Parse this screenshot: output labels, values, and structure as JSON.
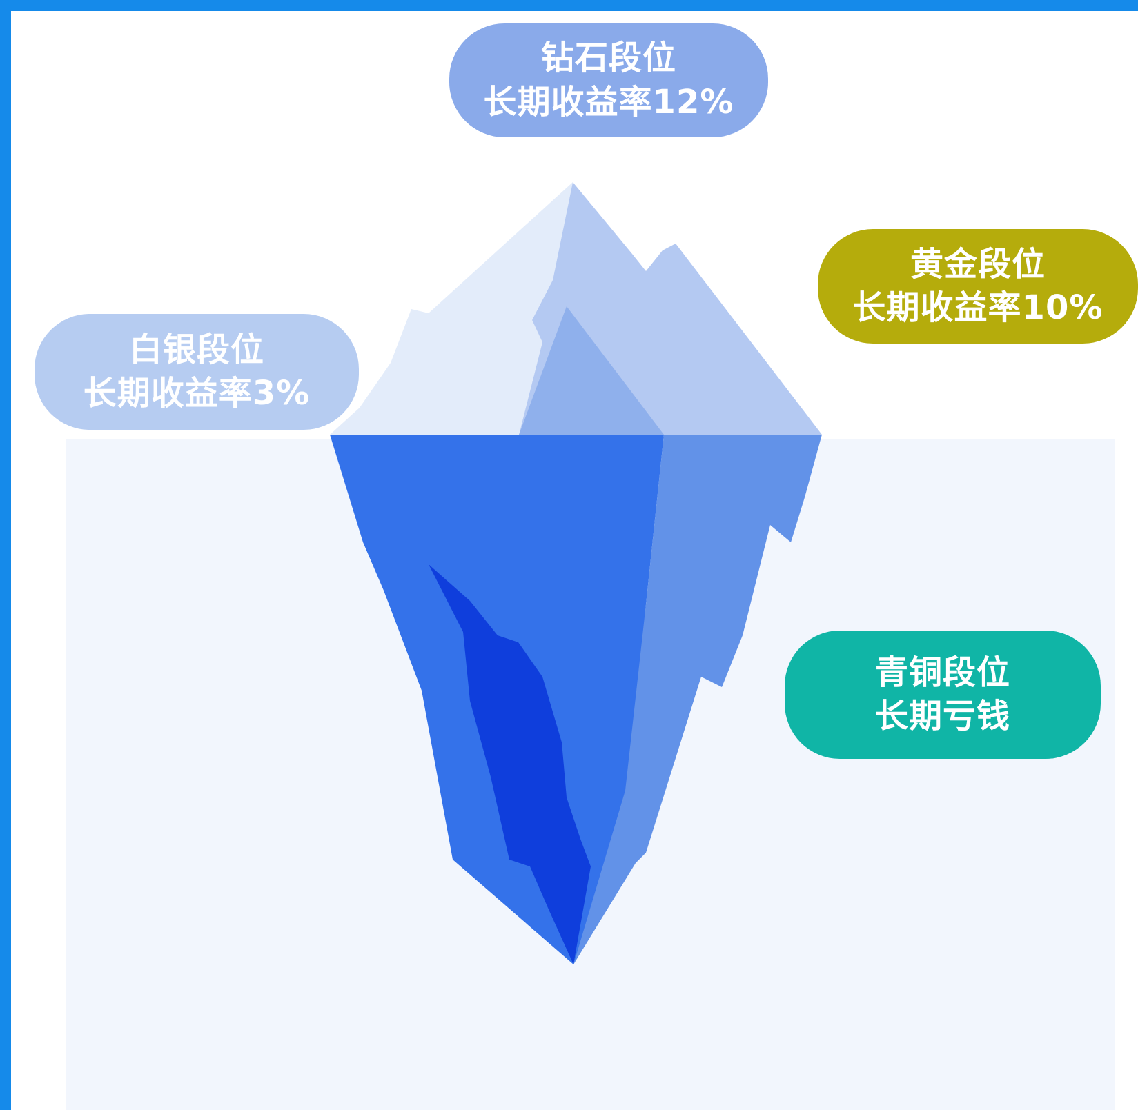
{
  "colors": {
    "frame": "#158aea",
    "background": "#ffffff",
    "water": "#f2f6fd",
    "ice_left_light": "#e3ecfa",
    "ice_right_light": "#b4c9f2",
    "ice_inner_peak": "#8fb0ec",
    "underwater_main": "#3472ea",
    "underwater_right": "#6292e8",
    "underwater_dark": "#0f3edc",
    "diamond": "#8aaaea",
    "gold": "#b5ac0c",
    "silver": "#b6ccf1",
    "bronze": "#10b5a6"
  },
  "tiers": {
    "diamond": {
      "name": "钻石段位",
      "desc": "长期收益率12%"
    },
    "gold": {
      "name": "黄金段位",
      "desc": "长期收益率10%"
    },
    "silver": {
      "name": "白银段位",
      "desc": "长期收益率3%"
    },
    "bronze": {
      "name": "青铜段位",
      "desc": "长期亏钱"
    }
  }
}
